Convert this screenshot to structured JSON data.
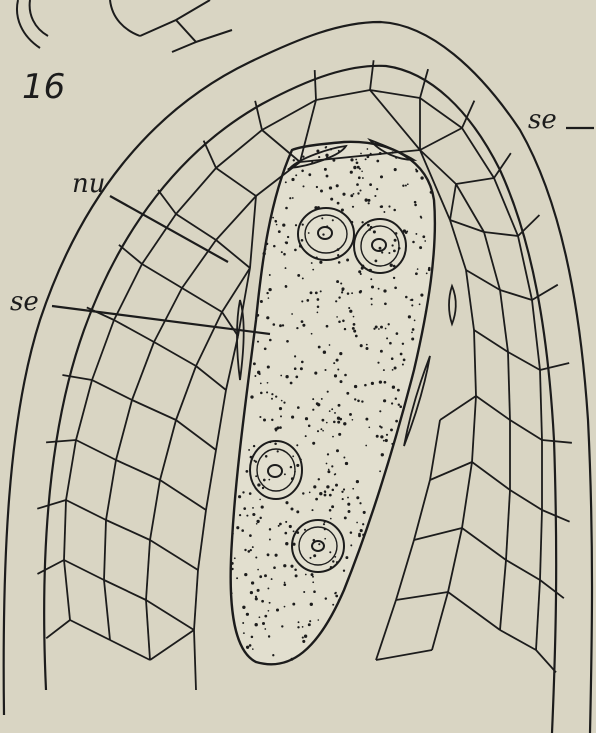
{
  "figure": {
    "number": "16",
    "labels": {
      "nu": "nu",
      "se_left": "se",
      "se_right": "se"
    }
  },
  "colors": {
    "paper": "#d9d5c3",
    "ink": "#1c1c1c",
    "sac": "#e2dfcf"
  }
}
